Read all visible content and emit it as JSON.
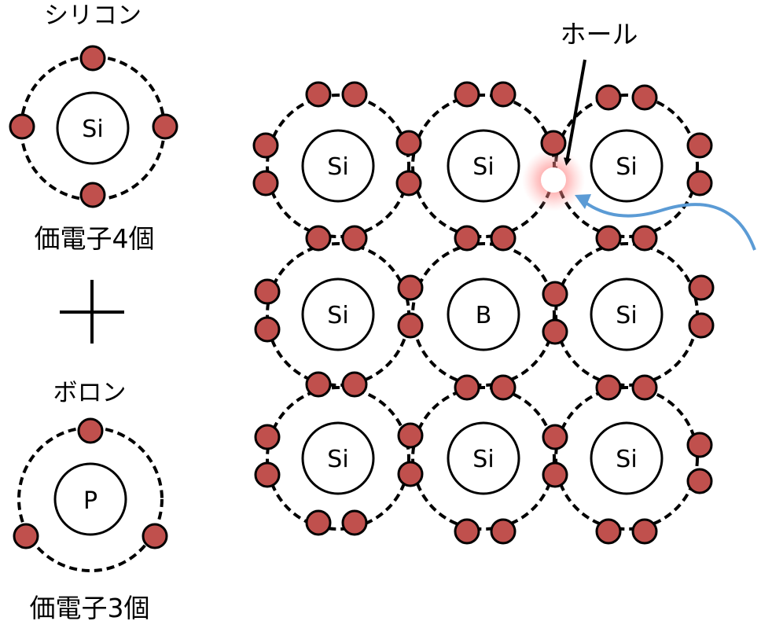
{
  "colors": {
    "electron": "#c0504d",
    "hole_glow": "#ff6b6b",
    "arrow_blue": "#5b9bd5"
  },
  "left_panel": {
    "silicon_title": "シリコン",
    "silicon_symbol": "Si",
    "silicon_caption": "価電子4個",
    "plus": "+",
    "boron_title": "ボロン",
    "boron_symbol": "P",
    "boron_caption": "価電子3個"
  },
  "lattice": {
    "hole_label": "ホール",
    "rows": [
      [
        "Si",
        "Si",
        "Si"
      ],
      [
        "Si",
        "B",
        "Si"
      ],
      [
        "Si",
        "Si",
        "Si"
      ]
    ]
  }
}
